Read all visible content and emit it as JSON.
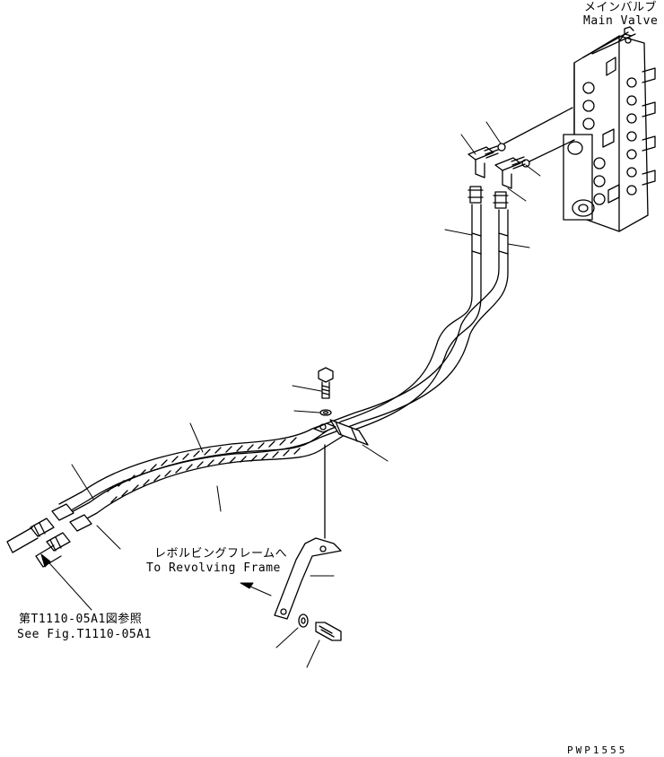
{
  "labels": {
    "main_valve_jp": "メインバルブ",
    "main_valve_en": "Main Valve",
    "revolving_frame_jp": "レボルビングフレームへ",
    "revolving_frame_en": "To Revolving Frame",
    "reference_jp": "第T1110-05A1図参照",
    "reference_en": "See Fig.T1110-05A1",
    "drawing_code": "PWP1555"
  }
}
